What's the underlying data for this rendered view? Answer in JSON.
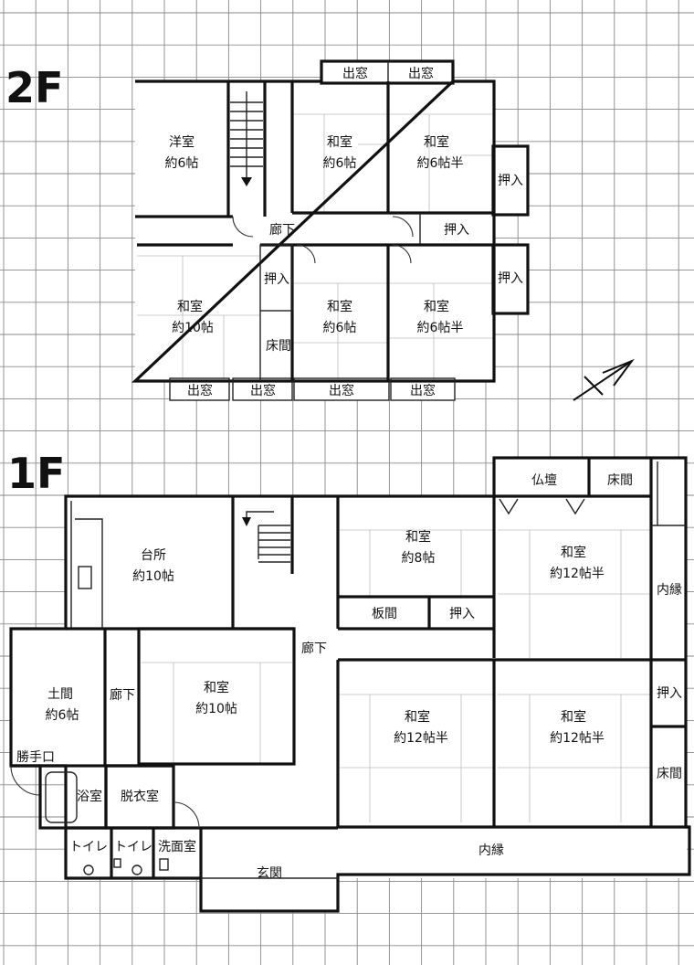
{
  "floors": {
    "second": {
      "label": "2F",
      "rooms": {
        "western": {
          "name": "洋室",
          "size": "約6帖"
        },
        "washitsu_a": {
          "name": "和室",
          "size": "約6帖"
        },
        "washitsu_b": {
          "name": "和室",
          "size": "約6帖半"
        },
        "oshiire_right_upper": "押入",
        "corridor": "廊下",
        "oshiire_corridor": "押入",
        "washitsu_c": {
          "name": "和室",
          "size": "約10帖"
        },
        "oshiire_mid": "押入",
        "tokonoma": "床間",
        "washitsu_d": {
          "name": "和室",
          "size": "約6帖"
        },
        "washitsu_e": {
          "name": "和室",
          "size": "約6帖半"
        },
        "oshiire_right_lower": "押入"
      },
      "windows": {
        "top_1": "出窓",
        "top_2": "出窓",
        "bottom_1": "出窓",
        "bottom_2": "出窓",
        "bottom_3": "出窓",
        "bottom_4": "出窓"
      }
    },
    "first": {
      "label": "1F",
      "rooms": {
        "kitchen": {
          "name": "台所",
          "size": "約10帖"
        },
        "washitsu_8": {
          "name": "和室",
          "size": "約8帖"
        },
        "butsudan": "仏壇",
        "tokonoma_top": "床間",
        "washitsu_12a": {
          "name": "和室",
          "size": "約12帖半"
        },
        "engawa_right": "内縁",
        "itama": "板間",
        "oshiire_mid": "押入",
        "corridor_main": "廊下",
        "doma": {
          "name": "土間",
          "size": "約6帖"
        },
        "corridor_small": "廊下",
        "washitsu_10": {
          "name": "和室",
          "size": "約10帖"
        },
        "washitsu_12b": {
          "name": "和室",
          "size": "約12帖半"
        },
        "washitsu_12c": {
          "name": "和室",
          "size": "約12帖半"
        },
        "oshiire_right": "押入",
        "tokonoma_right": "床間",
        "service_entrance": "勝手口",
        "bath": "浴室",
        "dressing": "脱衣室",
        "toilet_1": "トイレ",
        "toilet_2": "トイレ",
        "washroom": "洗面室",
        "engawa_bottom": "内縁",
        "entrance": "玄関"
      }
    }
  }
}
